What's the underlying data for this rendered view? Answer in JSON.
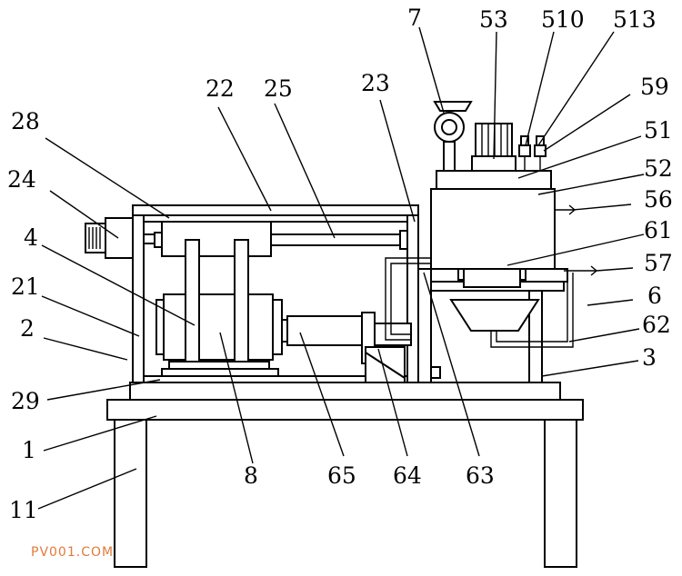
{
  "labels": {
    "l7": "7",
    "l53": "53",
    "l510": "510",
    "l513": "513",
    "l22": "22",
    "l25": "25",
    "l23": "23",
    "l59": "59",
    "l28": "28",
    "l51": "51",
    "l52": "52",
    "l24": "24",
    "l56": "56",
    "l4": "4",
    "l61": "61",
    "l57": "57",
    "l21": "21",
    "l6": "6",
    "l2": "2",
    "l62": "62",
    "l3": "3",
    "l29": "29",
    "l1": "1",
    "l8": "8",
    "l65": "65",
    "l64": "64",
    "l63": "63",
    "l11": "11"
  },
  "watermark": "PV001.COM"
}
